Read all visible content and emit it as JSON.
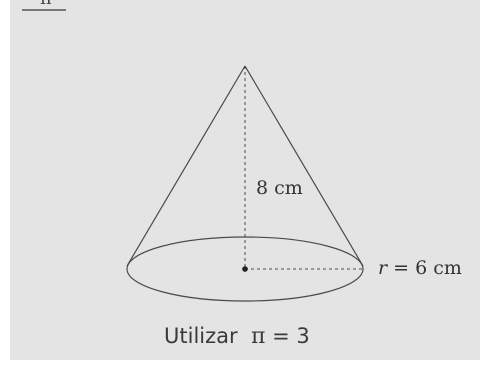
{
  "figure": {
    "shape": "cone",
    "height_label": "8 cm",
    "radius_var": "r",
    "radius_rest": " = 6 cm",
    "note_word": "Utilizar",
    "note_symbol": "π",
    "note_rest": " = 3",
    "top_fragment": "π"
  },
  "colors": {
    "background": "#e4e4e4",
    "line": "#4a4a4a",
    "text": "#333333"
  }
}
